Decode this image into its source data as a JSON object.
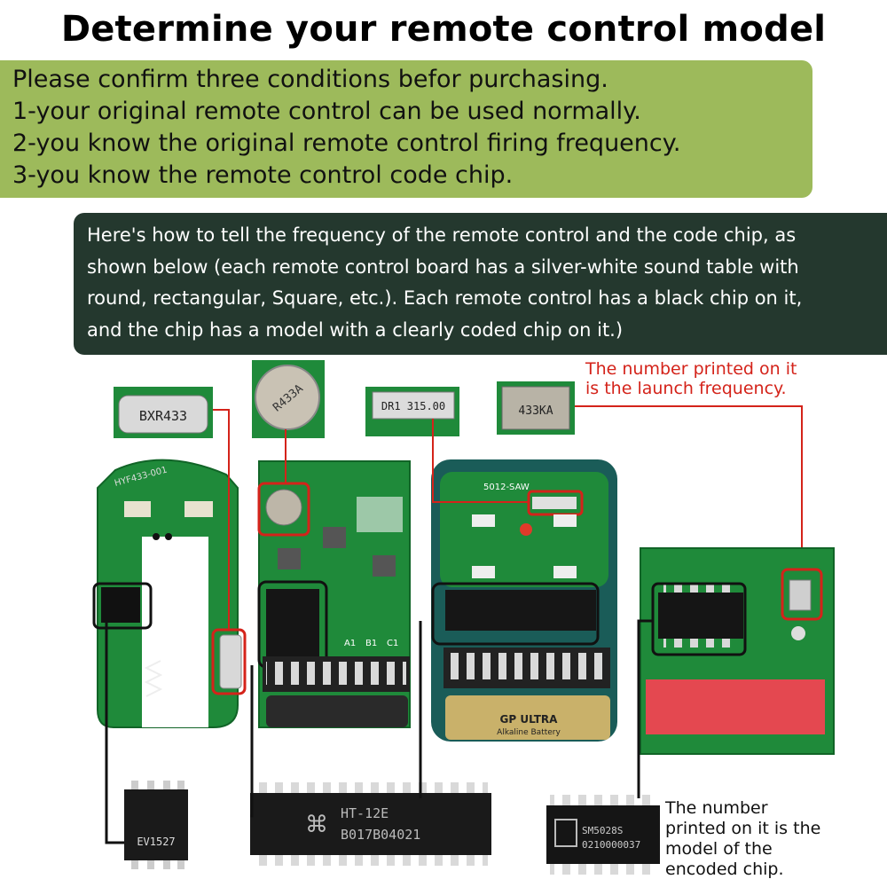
{
  "title": "Determine your remote control model",
  "intro": {
    "lines": [
      "Please confirm three conditions befor purchasing.",
      "1-your original remote control can be used normally.",
      "2-you know the original remote control firing frequency.",
      "3-you know the remote control code chip."
    ]
  },
  "explanation": {
    "lines": [
      "Here's how to tell the frequency of the remote control and the code chip, as",
      "shown below (each remote control board has a silver-white sound table with",
      "round, rectangular, Square, etc.). Each remote control has a black chip on it,",
      "and the chip has a model with a clearly coded chip on it.)"
    ]
  },
  "annotations": {
    "frequency_note": [
      "The number printed on it",
      "is the launch frequency."
    ],
    "chip_note": [
      "The number",
      "printed on it is the",
      "model of the",
      "encoded chip."
    ]
  },
  "crystals": {
    "bxr433": "BXR433",
    "r433a": "R433A",
    "dr1": "DR1 315.00",
    "ka433": "433KA"
  },
  "chips": {
    "ev1527": "EV1527",
    "ht12e_model": "HT-12E",
    "ht12e_code": "B017B04021",
    "sm5028s_model": "SM5028S",
    "sm5028s_code": "0210000037"
  },
  "board_labels": {
    "saw": "5012-SAW",
    "board1": "HYF433-001",
    "pins": [
      "A1",
      "B1",
      "C1"
    ],
    "battery_brand": "GP ULTRA",
    "battery_type": "Alkaline Battery"
  },
  "colors": {
    "green_panel": "#9dba5b",
    "dark_panel": "#24382e",
    "pcb_green": "#1f8a3a",
    "highlight_red": "#d4231a"
  }
}
